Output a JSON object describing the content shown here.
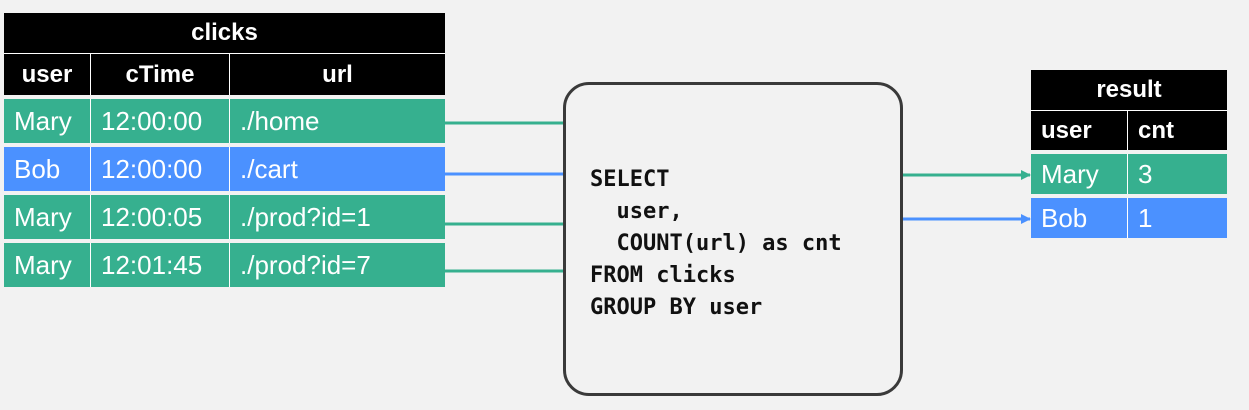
{
  "colors": {
    "green": "#36b08f",
    "blue": "#4b91ff",
    "header": "#000000",
    "background": "#f2f2f2"
  },
  "clicks": {
    "title": "clicks",
    "columns": [
      "user",
      "cTime",
      "url"
    ],
    "rows": [
      {
        "user": "Mary",
        "cTime": "12:00:00",
        "url": "./home",
        "color": "green"
      },
      {
        "user": "Bob",
        "cTime": "12:00:00",
        "url": "./cart",
        "color": "blue"
      },
      {
        "user": "Mary",
        "cTime": "12:00:05",
        "url": "./prod?id=1",
        "color": "green"
      },
      {
        "user": "Mary",
        "cTime": "12:01:45",
        "url": "./prod?id=7",
        "color": "green"
      }
    ]
  },
  "query": {
    "text": "SELECT\n  user,\n  COUNT(url) as cnt\nFROM clicks\nGROUP BY user"
  },
  "result": {
    "title": "result",
    "columns": [
      "user",
      "cnt"
    ],
    "rows": [
      {
        "user": "Mary",
        "cnt": "3",
        "color": "green"
      },
      {
        "user": "Bob",
        "cnt": "1",
        "color": "blue"
      }
    ]
  }
}
